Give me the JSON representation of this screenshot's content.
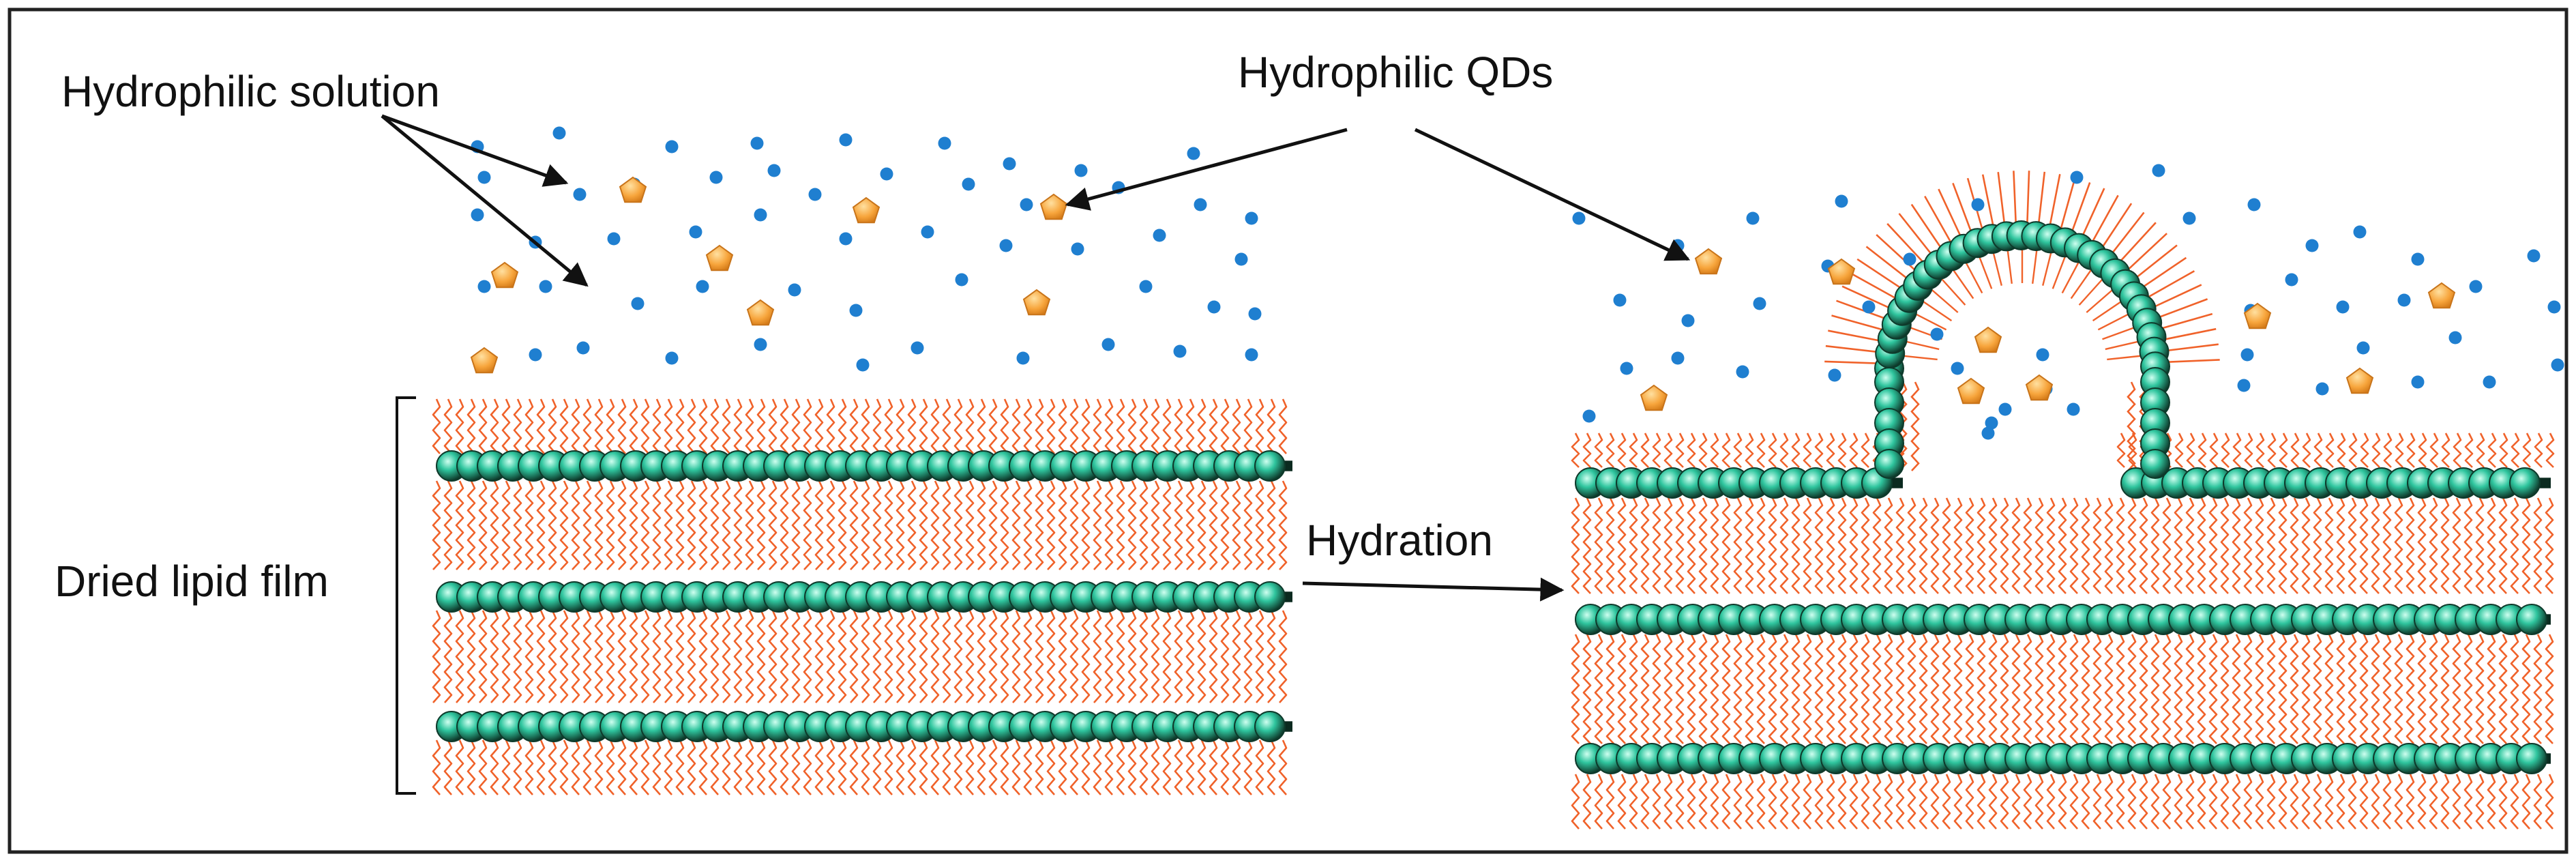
{
  "labels": {
    "hydrophilic_solution": "Hydrophilic solution",
    "hydrophilic_qds": "Hydrophilic QDs",
    "hydration": "Hydration",
    "dried_lipid_film": "Dried lipid film"
  },
  "colors": {
    "background": "#ffffff",
    "frame": "#222222",
    "lipid_tail": "#f0622a",
    "head_fill": "#2fc59e",
    "head_dark": "#0e3a2b",
    "head_highlight": "#cffff0",
    "water_dot": "#1f7fd0",
    "qd_fill": "#f7a53c",
    "qd_highlight": "#ffe0a0",
    "arrow": "#111111",
    "text": "#111111"
  },
  "icons": {
    "water_molecule": "blue-dot-icon",
    "quantum_dot": "orange-pentagon-icon",
    "lipid_head": "green-sphere-icon"
  }
}
